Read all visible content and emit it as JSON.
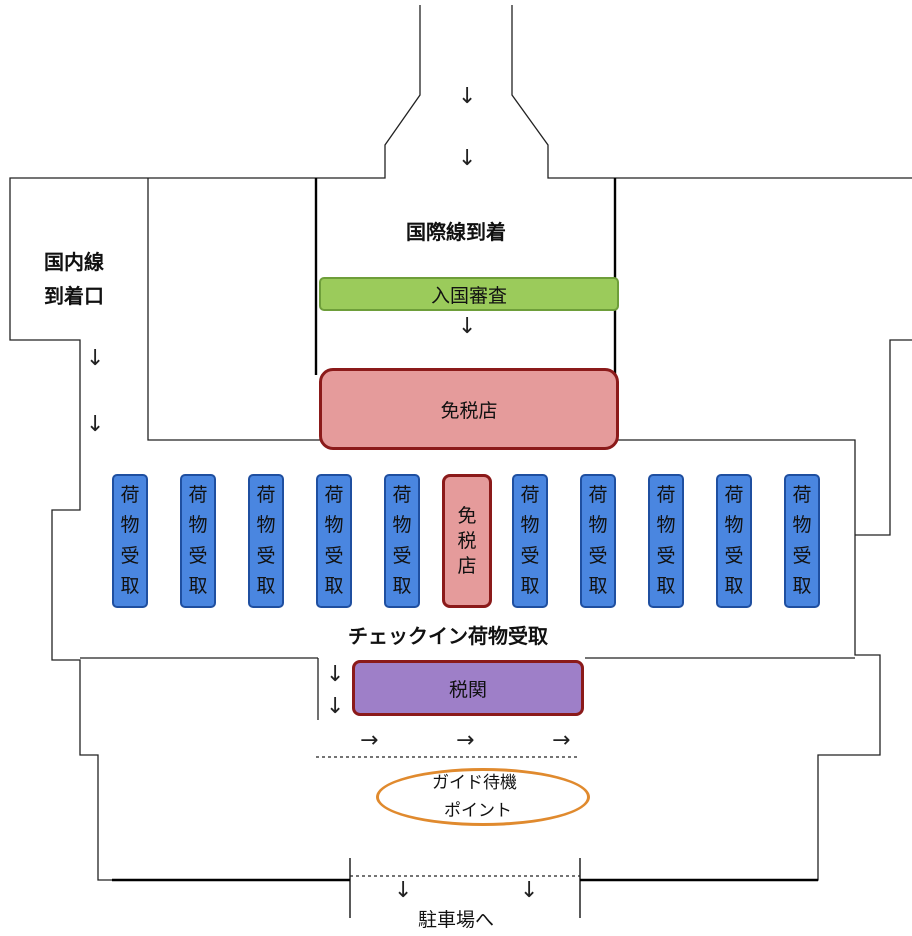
{
  "title": "国際線到着",
  "domestic_arrival": {
    "line1": "国内線",
    "line2": "到着口"
  },
  "immigration": "入国審査",
  "duty_free_main": "免税店",
  "duty_free_small": [
    "免",
    "税",
    "店"
  ],
  "baggage_claim_chars": [
    "荷",
    "物",
    "受",
    "取"
  ],
  "baggage_area_label": "チェックイン荷物受取",
  "customs": "税関",
  "guide_point": {
    "line1": "ガイド待機",
    "line2": "ポイント"
  },
  "parking": "駐車場へ",
  "arrow_down": "↓",
  "arrow_right": "→",
  "colors": {
    "immigration_fill": "#9BCB5B",
    "duty_free_fill": "#E59B9B",
    "duty_free_border": "#8B1A1A",
    "baggage_fill": "#4A86E0",
    "baggage_border": "#1F4FA0",
    "customs_fill": "#9E7FC8",
    "guide_ellipse": "#E08A2E"
  }
}
